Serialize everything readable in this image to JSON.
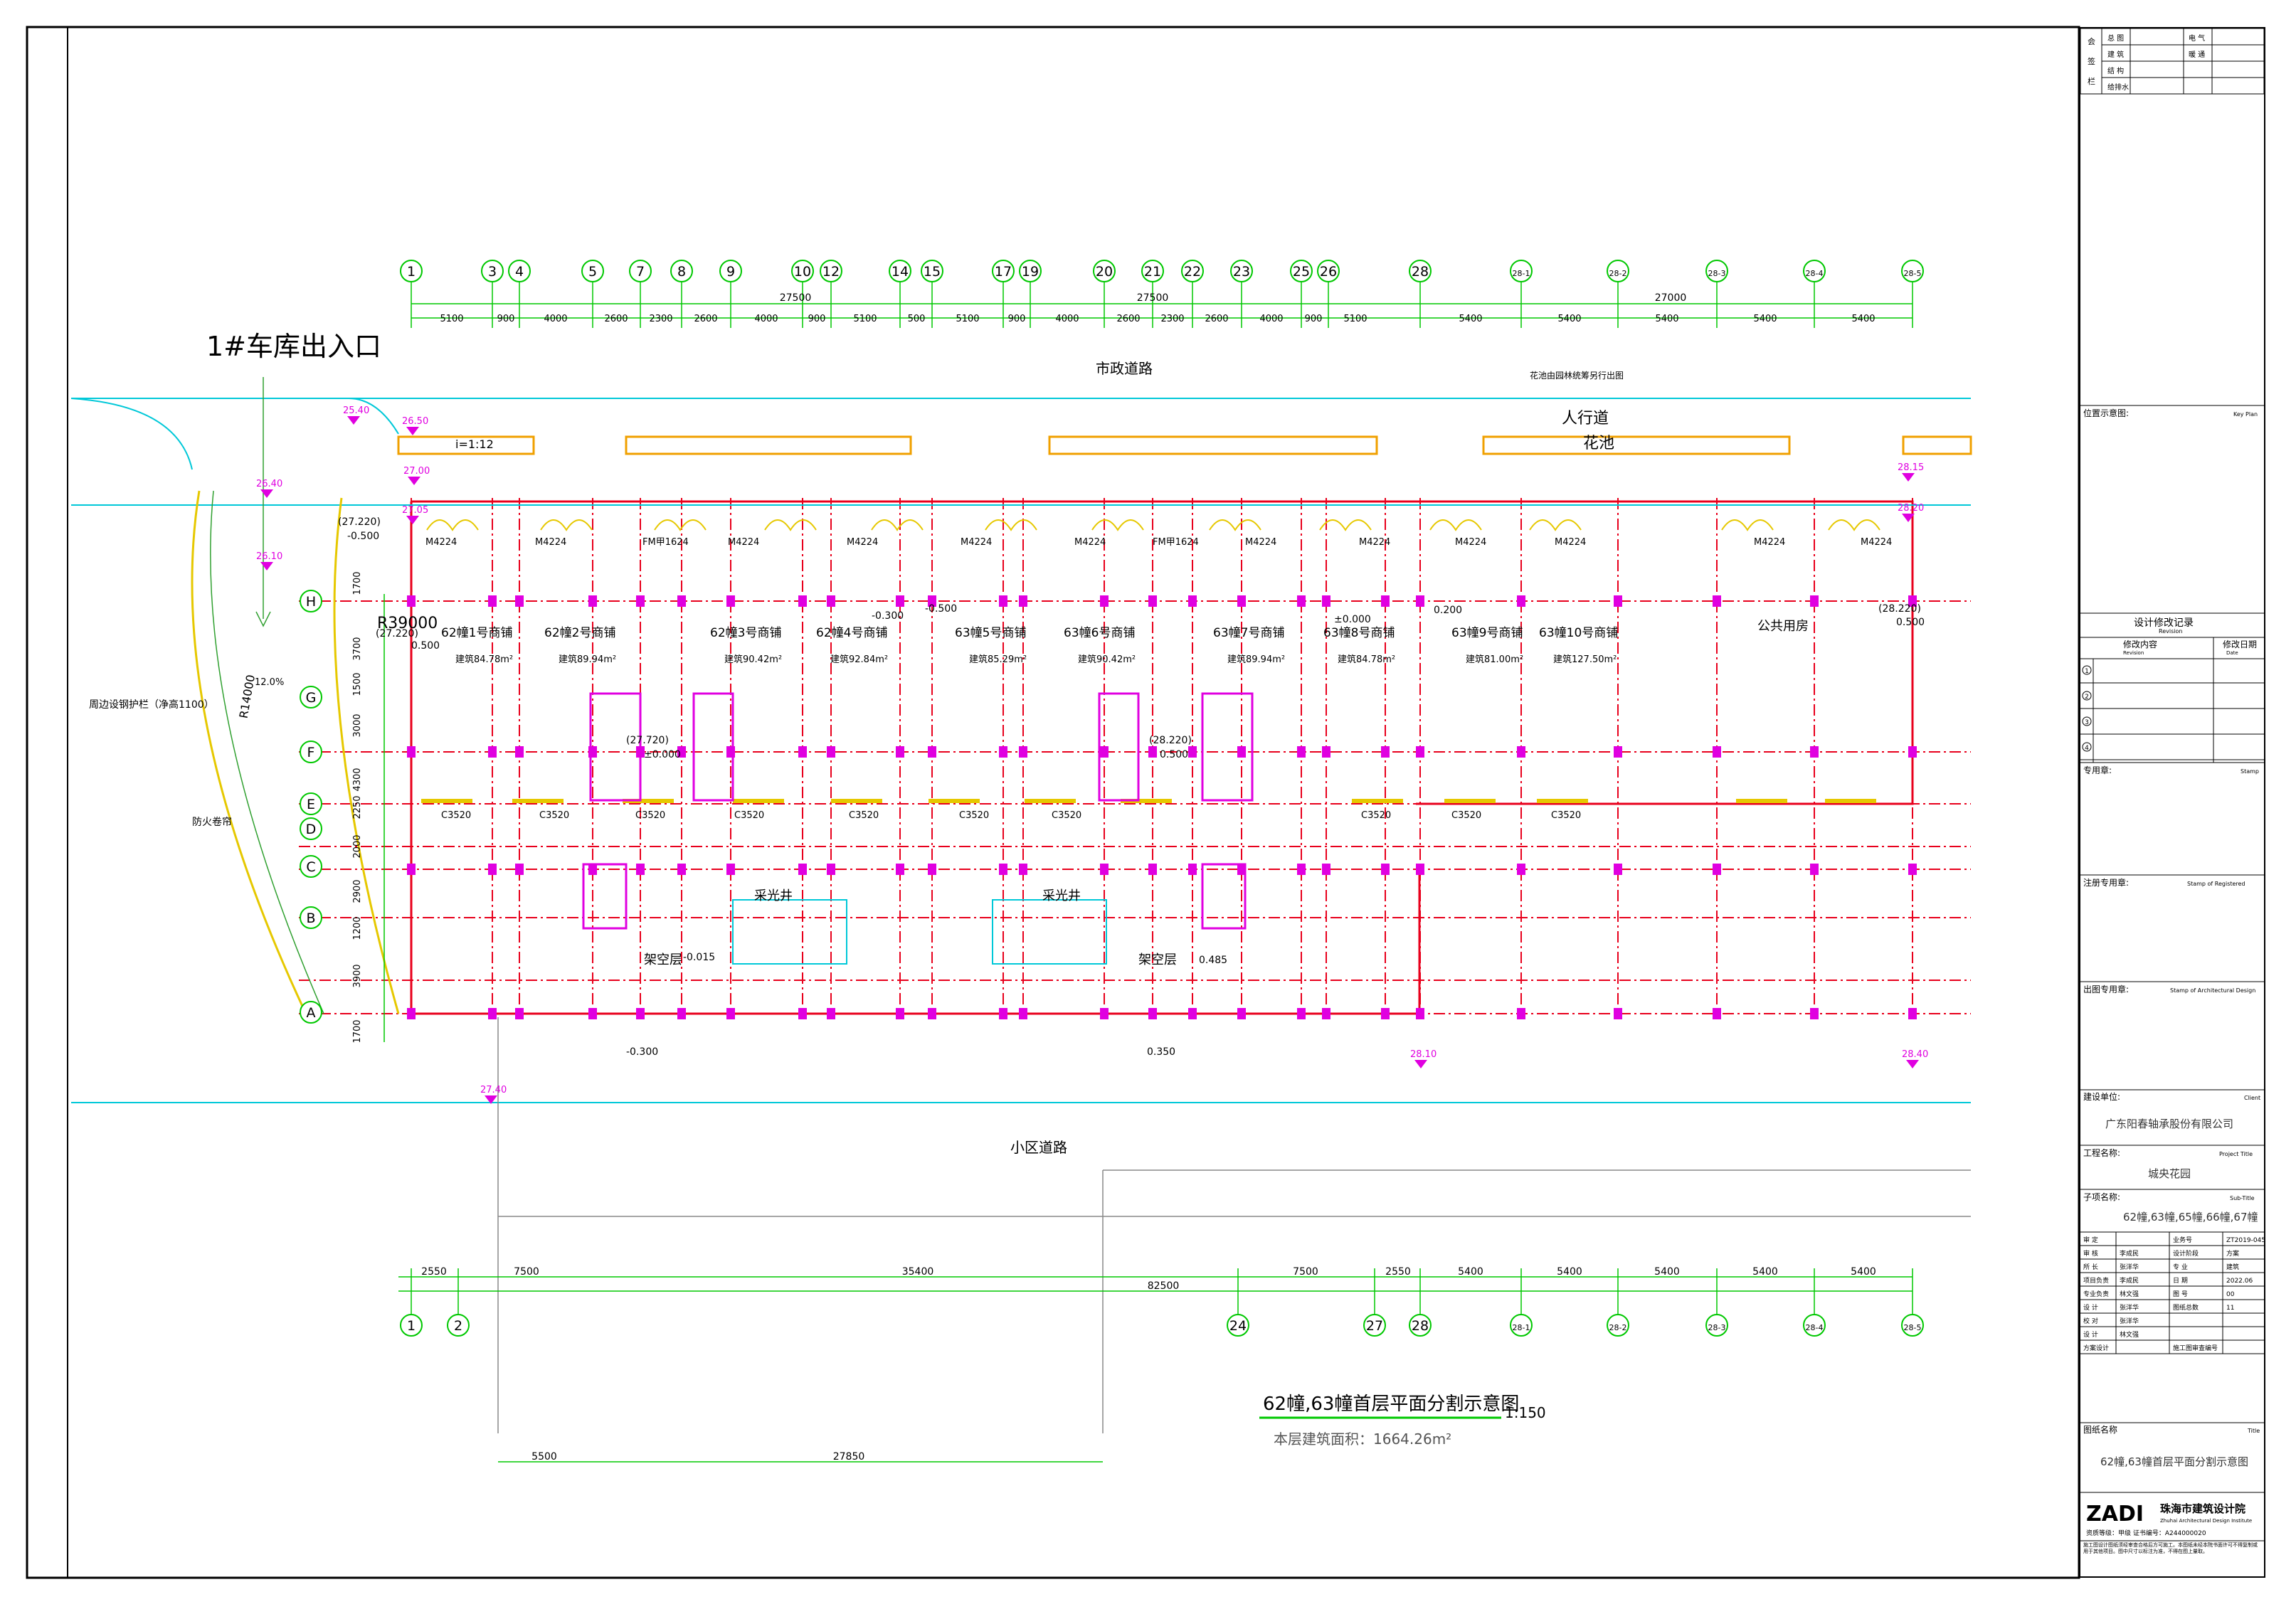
{
  "plan": {
    "garage_entrance": "1#车库出入口",
    "road_municipal": "市政道路",
    "sidewalk": "人行道",
    "planter": "花池",
    "planter_note": "花池由园林统筹另行出图",
    "community_road": "小区道路",
    "lightwell": "采光井",
    "open_floor": "架空层",
    "public_room": "公共用房",
    "guardrail_note": "周边设钢护栏（净高1100）",
    "fire_door_note": "防火卷帘",
    "radius": "R39000",
    "ramp_radius": "R14000",
    "slope": "12.0%",
    "ramp_slope": "i=1:12",
    "drawing_title": "62幢,63幢首层平面分割示意图",
    "scale": "1:150",
    "area_note": "本层建筑面积：1664.26m²",
    "axes_top": [
      "1",
      "3",
      "4",
      "5",
      "7",
      "8",
      "9",
      "10",
      "12",
      "14",
      "15",
      "17",
      "19",
      "20",
      "21",
      "22",
      "23",
      "25",
      "26",
      "28",
      "28-1",
      "28-2",
      "28-3",
      "28-4",
      "28-5"
    ],
    "axes_bottom": [
      "1",
      "2",
      "24",
      "27",
      "28",
      "28-1",
      "28-2",
      "28-3",
      "28-4",
      "28-5"
    ],
    "axes_side": [
      "H",
      "G",
      "F",
      "E",
      "D",
      "C",
      "B",
      "A"
    ],
    "dims_top_total": [
      "27500",
      "27500",
      "27000"
    ],
    "dims_top": [
      "5100",
      "900",
      "4000",
      "2600",
      "2300",
      "2600",
      "4000",
      "900",
      "5100",
      "500",
      "5100",
      "900",
      "4000",
      "2600",
      "2300",
      "2600",
      "4000",
      "900",
      "5100",
      "5400",
      "5400",
      "5400",
      "5400",
      "5400"
    ],
    "dims_bottom": [
      "2550",
      "7500",
      "35400",
      "7500",
      "2550",
      "5400",
      "5400",
      "5400",
      "5400",
      "5400"
    ],
    "dims_bottom_total": "82500",
    "dims_bottom2": [
      "5500",
      "27850"
    ],
    "dims_side": [
      "1700",
      "3700",
      "1500",
      "3000",
      "4300",
      "2250",
      "2000",
      "2900",
      "1200",
      "3900",
      "1700"
    ],
    "shops": [
      {
        "name": "62幢1号商铺",
        "area": "建筑84.78m²"
      },
      {
        "name": "62幢2号商铺",
        "area": "建筑89.94m²"
      },
      {
        "name": "62幢3号商铺",
        "area": "建筑90.42m²"
      },
      {
        "name": "62幢4号商铺",
        "area": "建筑92.84m²"
      },
      {
        "name": "63幢5号商铺",
        "area": "建筑85.29m²"
      },
      {
        "name": "63幢6号商铺",
        "area": "建筑90.42m²"
      },
      {
        "name": "63幢7号商铺",
        "area": "建筑89.94m²"
      },
      {
        "name": "63幢8号商铺",
        "area": "建筑84.78m²"
      },
      {
        "name": "63幢9号商铺",
        "area": "建筑81.00m²"
      },
      {
        "name": "63幢10号商铺",
        "area": "建筑127.50m²"
      }
    ],
    "door_tags": [
      "M4224",
      "M4224",
      "FM甲1624",
      "M4224",
      "M4224",
      "M4224",
      "M4224",
      "FM甲1624",
      "M4224",
      "M4224",
      "M4224",
      "M4224",
      "M4224",
      "M4224"
    ],
    "window_tags": [
      "C3520",
      "C3520",
      "C3520",
      "C3520",
      "C3520",
      "C3520",
      "C3520",
      "C3520",
      "C3520",
      "C3520"
    ],
    "elevations": [
      "25.40",
      "26.50",
      "27.00",
      "27.05",
      "26.40",
      "26.10",
      "28.15",
      "28.20",
      "28.10",
      "28.40",
      "27.40"
    ],
    "levels": [
      "(27.220)",
      "-0.500",
      "(27.220)",
      "0.500",
      "-0.300",
      "-0.500",
      "±0.000",
      "0.200",
      "(28.220)",
      "0.500",
      "(27.720)",
      "±0.000",
      "(28.220)",
      "0.500",
      "-0.015",
      "0.485",
      "-0.300",
      "0.350"
    ]
  },
  "title_block": {
    "sign_rows": [
      [
        "总 图",
        "电 气"
      ],
      [
        "建 筑",
        "暖 通"
      ],
      [
        "结 构",
        ""
      ],
      [
        "给排水",
        ""
      ]
    ],
    "sign_label": "会签栏",
    "key_plan": "位置示意图:",
    "key_plan_en": "Key Plan",
    "revision_title": "设计修改记录",
    "revision_title_en": "Revision",
    "revision_col1": "修改内容",
    "revision_col1_en": "Revision",
    "revision_col2": "修改日期",
    "revision_col2_en": "Date",
    "revision_nums": [
      "1",
      "2",
      "3",
      "4"
    ],
    "seal": "专用章:",
    "seal_en": "Stamp",
    "reg_seal": "注册专用章:",
    "reg_seal_en": "Stamp of Registered",
    "design_seal": "出图专用章:",
    "design_seal_en": "Stamp of Architectural Design",
    "client_label": "建设单位:",
    "client_label_en": "Client",
    "client": "广东阳春轴承股份有限公司",
    "project_label": "工程名称:",
    "project_label_en": "Project Title",
    "project": "城央花园",
    "subtitle_label": "子项名称:",
    "subtitle_label_en": "Sub-Title",
    "subtitle": "62幢,63幢,65幢,66幢,67幢",
    "staff": [
      [
        "审 定",
        "",
        "业务号",
        "ZT2019-045"
      ],
      [
        "审 核",
        "李成民",
        "设计阶段",
        "方案"
      ],
      [
        "所 长",
        "张洋华",
        "专 业",
        "建筑"
      ],
      [
        "项目负责",
        "李成民",
        "日 期",
        "2022.06"
      ],
      [
        "专业负责",
        "林文强",
        "图 号",
        "00"
      ],
      [
        "设 计",
        "张洋华",
        "图纸总数",
        "11"
      ],
      [
        "校 对",
        "张洋华",
        "",
        ""
      ],
      [
        "设 计",
        "林文强",
        "",
        ""
      ],
      [
        "方案设计",
        "",
        "施工图审查编号",
        ""
      ]
    ],
    "drawing_name_label": "图纸名称",
    "drawing_name_label_en": "Title",
    "drawing_name": "62幢,63幢首层平面分割示意图",
    "firm_logo": "ZADI",
    "firm_name": "珠海市建筑设计院",
    "firm_name_en": "Zhuhai Architectural Design Institute",
    "qualification": "资质等级：甲级   证书编号：A244000020",
    "notes": "施工图设计图纸须经审查合格后方可施工。本图纸未经本院书面许可不得复制或用于其他项目。图中尺寸以标注为准，不得在图上量取。"
  },
  "colors": {
    "axis": "#00d400",
    "wall": "#e8001c",
    "dim": "#00c800",
    "window": "#e6c800",
    "planter": "#f0a000",
    "cyan": "#00c8d8",
    "magenta": "#e000e0",
    "text": "#000000"
  }
}
